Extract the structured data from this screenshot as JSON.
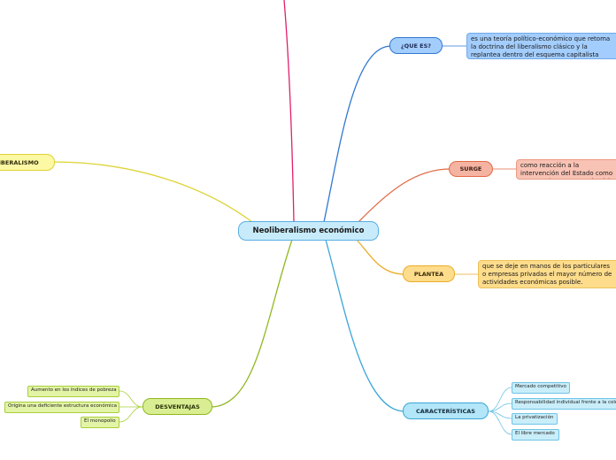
{
  "central": {
    "label": "Neoliberalismo económico"
  },
  "branches": {
    "que_es": {
      "label": "¿QUE ES?",
      "text": "es una teoría político-económico que retoma la doctrina del liberalismo clásico y la replantea dentro del esquema capitalista",
      "color": "#2f78d2"
    },
    "surge": {
      "label": "SURGE",
      "text": "como reacción a la intervención del Estado como gerente de una mayor justicia social",
      "color": "#e26a48"
    },
    "plantea": {
      "label": "PLANTEA",
      "text": "que se deje en manos de los particulares o empresas privadas el mayor número de actividades económicas posible.",
      "color": "#e9ae2a"
    },
    "caracteristicas": {
      "label": "CARACTERÍSTICAS",
      "color": "#3ba6d8",
      "items": [
        "Mercado competitivo",
        "Responsabilidad individual frente a la colectiva",
        "La privatización",
        "El libre mercado"
      ]
    },
    "desventajas": {
      "label": "DESVENTAJAS",
      "color": "#8fb81f",
      "items": [
        "Aumento en los índices de pobreza",
        "Origina una deficiente estructura económica",
        "El monopolio"
      ]
    },
    "liberalismo": {
      "label": "LIBERALISMO",
      "color": "#ddd335"
    },
    "top_branch": {
      "color": "#e0206a"
    }
  }
}
